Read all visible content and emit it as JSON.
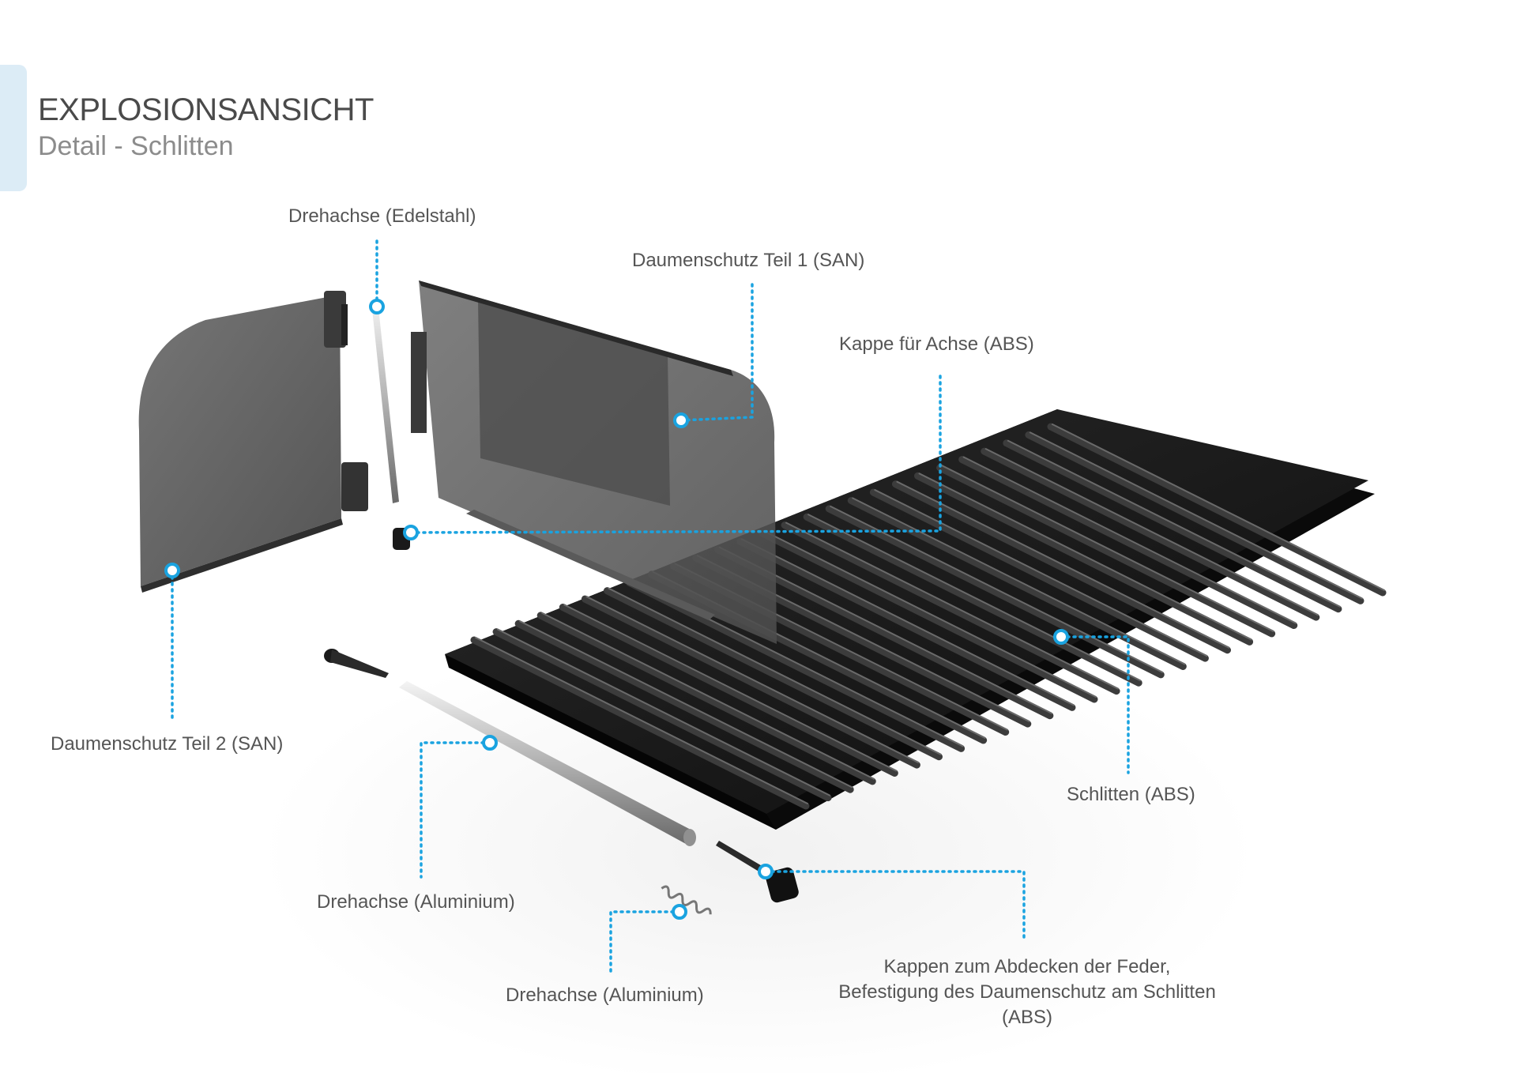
{
  "header": {
    "title": "EXPLOSIONSANSICHT",
    "subtitle": "Detail - Schlitten"
  },
  "labels": {
    "drehachse_edelstahl": "Drehachse (Edelstahl)",
    "daumenschutz_teil1": "Daumenschutz Teil 1 (SAN)",
    "kappe_achse": "Kappe für Achse (ABS)",
    "daumenschutz_teil2": "Daumenschutz Teil 2 (SAN)",
    "schlitten": "Schlitten (ABS)",
    "drehachse_aluminium_1": "Drehachse (Aluminium)",
    "drehachse_aluminium_2": "Drehachse (Aluminium)",
    "kappen_feder_line1": "Kappen zum Abdecken der Feder,",
    "kappen_feder_line2": "Befestigung des Daumenschutz am Schlitten",
    "kappen_feder_line3": "(ABS)"
  },
  "colors": {
    "accent": "#1aa3e0",
    "tab": "#dcecf6",
    "title": "#4a4a4a",
    "subtitle": "#8c8c8c",
    "label": "#555555",
    "panel": "#5c5c5c",
    "sled": "#161616"
  }
}
